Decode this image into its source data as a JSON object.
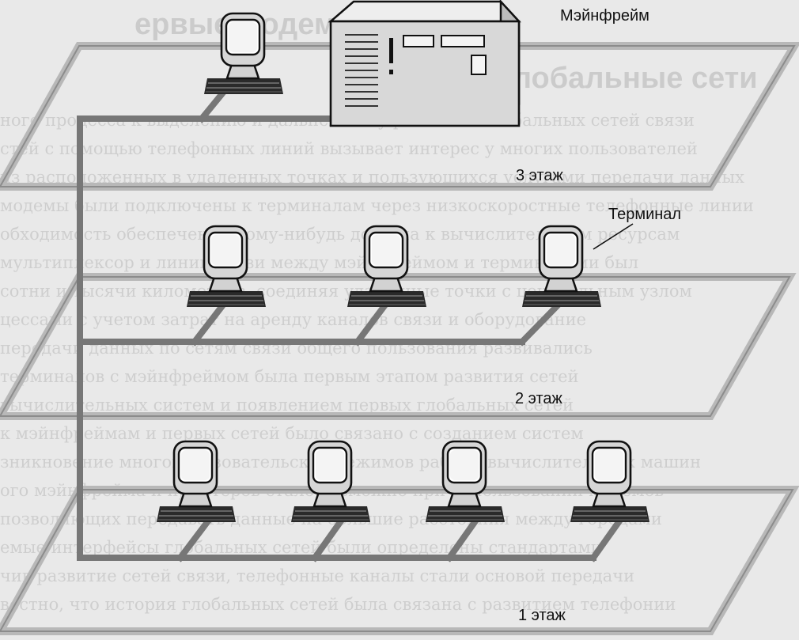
{
  "labels": {
    "mainframe": "Мэйнфрейм",
    "terminal": "Терминал",
    "floor3": "3 этаж",
    "floor2": "2 этаж",
    "floor1": "1 этаж"
  },
  "background_text": {
    "title_line1": "ервые модемные сети",
    "title_line2": "еравые глобальные сети",
    "lines": [
      "ного процесса к выделению и дальнейшему развитию глобальных сетей связи",
      "стей с помощью телефонных линий вызывает интерес у многих пользователей",
      "из расположенных в удаленных точках и пользующихся услугами передачи данных",
      "модемы были подключены к терминалам через низкоскоростные телефонные линии",
      "обходимость обеспечения кому-нибудь доступа к вычислительным ресурсам",
      "мультиплексор и линии связи между мэйнфреймом и терминалами был",
      "сотни и тысячи километров, соединяя удаленные точки с центральным узлом",
      "цессами с учетом затрат на аренду каналов связи и оборудование",
      "передачи данных по сетям связи общего пользования развивались",
      "терминалов с мэйнфреймом была первым этапом развития сетей",
      "вычислительных систем и появлением первых глобальных сетей",
      "к мэйнфреймам и первых сетей было связано с созданием систем",
      "зникновение многопользовательских режимов работы вычислительных машин",
      "ого мэйнфрейма и принтеров стало возможно при использовании модемов",
      "позволяющих передавать данные на большие расстояния между городами",
      "емые интерфейсы глобальных сетей были определены стандартами",
      "чив развитие сетей связи, телефонные каналы стали основой передачи",
      "вестно, что история глобальных сетей была связана с развитием телефонии"
    ]
  },
  "icons": {
    "mainframe": "mainframe-cabinet-icon",
    "terminal": "crt-terminal-with-keyboard-icon"
  },
  "colors": {
    "paper": "#e9e9e9",
    "floor_outline": "#9a9a9a",
    "cable": "#7a7a7a",
    "device_body": "#cfcfcf",
    "keyboard": "#2a2a2a",
    "text": "#111111"
  }
}
